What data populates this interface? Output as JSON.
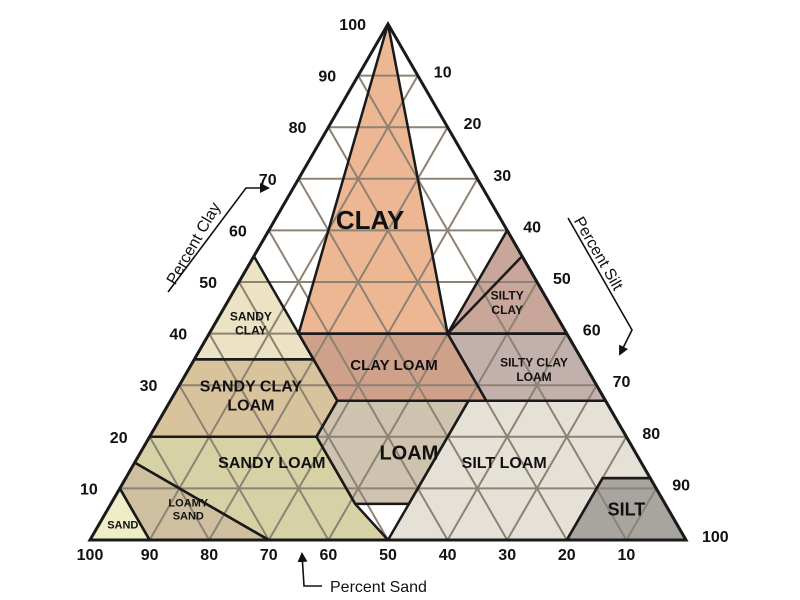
{
  "diagram": {
    "axes": {
      "clay": {
        "title": "Percent Clay",
        "ticks": [
          "10",
          "20",
          "30",
          "40",
          "50",
          "60",
          "70",
          "80",
          "90",
          "100"
        ]
      },
      "silt": {
        "title": "Percent Silt",
        "ticks": [
          "10",
          "20",
          "30",
          "40",
          "50",
          "60",
          "70",
          "80",
          "90",
          "100"
        ]
      },
      "sand": {
        "title": "Percent Sand",
        "ticks": [
          "100",
          "90",
          "80",
          "70",
          "60",
          "50",
          "40",
          "30",
          "20",
          "10"
        ]
      }
    },
    "regions": [
      {
        "id": "clay",
        "lines": [
          "CLAY"
        ],
        "color": "#edb794"
      },
      {
        "id": "silty-clay",
        "lines": [
          "SILTY",
          "CLAY"
        ],
        "color": "#c8a69a"
      },
      {
        "id": "sandy-clay",
        "lines": [
          "SANDY",
          "CLAY"
        ],
        "color": "#ebe3c3"
      },
      {
        "id": "clay-loam",
        "lines": [
          "CLAY LOAM"
        ],
        "color": "#cfa08a"
      },
      {
        "id": "silty-clay-loam",
        "lines": [
          "SILTY CLAY",
          "LOAM"
        ],
        "color": "#c1b0ab"
      },
      {
        "id": "sandy-clay-loam",
        "lines": [
          "SANDY CLAY",
          "LOAM"
        ],
        "color": "#d9c39c"
      },
      {
        "id": "loam",
        "lines": [
          "LOAM"
        ],
        "color": "#cdc3ae"
      },
      {
        "id": "silt-loam",
        "lines": [
          "SILT LOAM"
        ],
        "color": "#e6e1d6"
      },
      {
        "id": "sandy-loam",
        "lines": [
          "SANDY LOAM"
        ],
        "color": "#d6d2a6"
      },
      {
        "id": "loamy-sand",
        "lines": [
          "LOAMY",
          "SAND"
        ],
        "color": "#cdbf9f"
      },
      {
        "id": "sand",
        "lines": [
          "SAND"
        ],
        "color": "#efedc8"
      },
      {
        "id": "silt",
        "lines": [
          "SILT"
        ],
        "color": "#a8a49f"
      }
    ]
  }
}
